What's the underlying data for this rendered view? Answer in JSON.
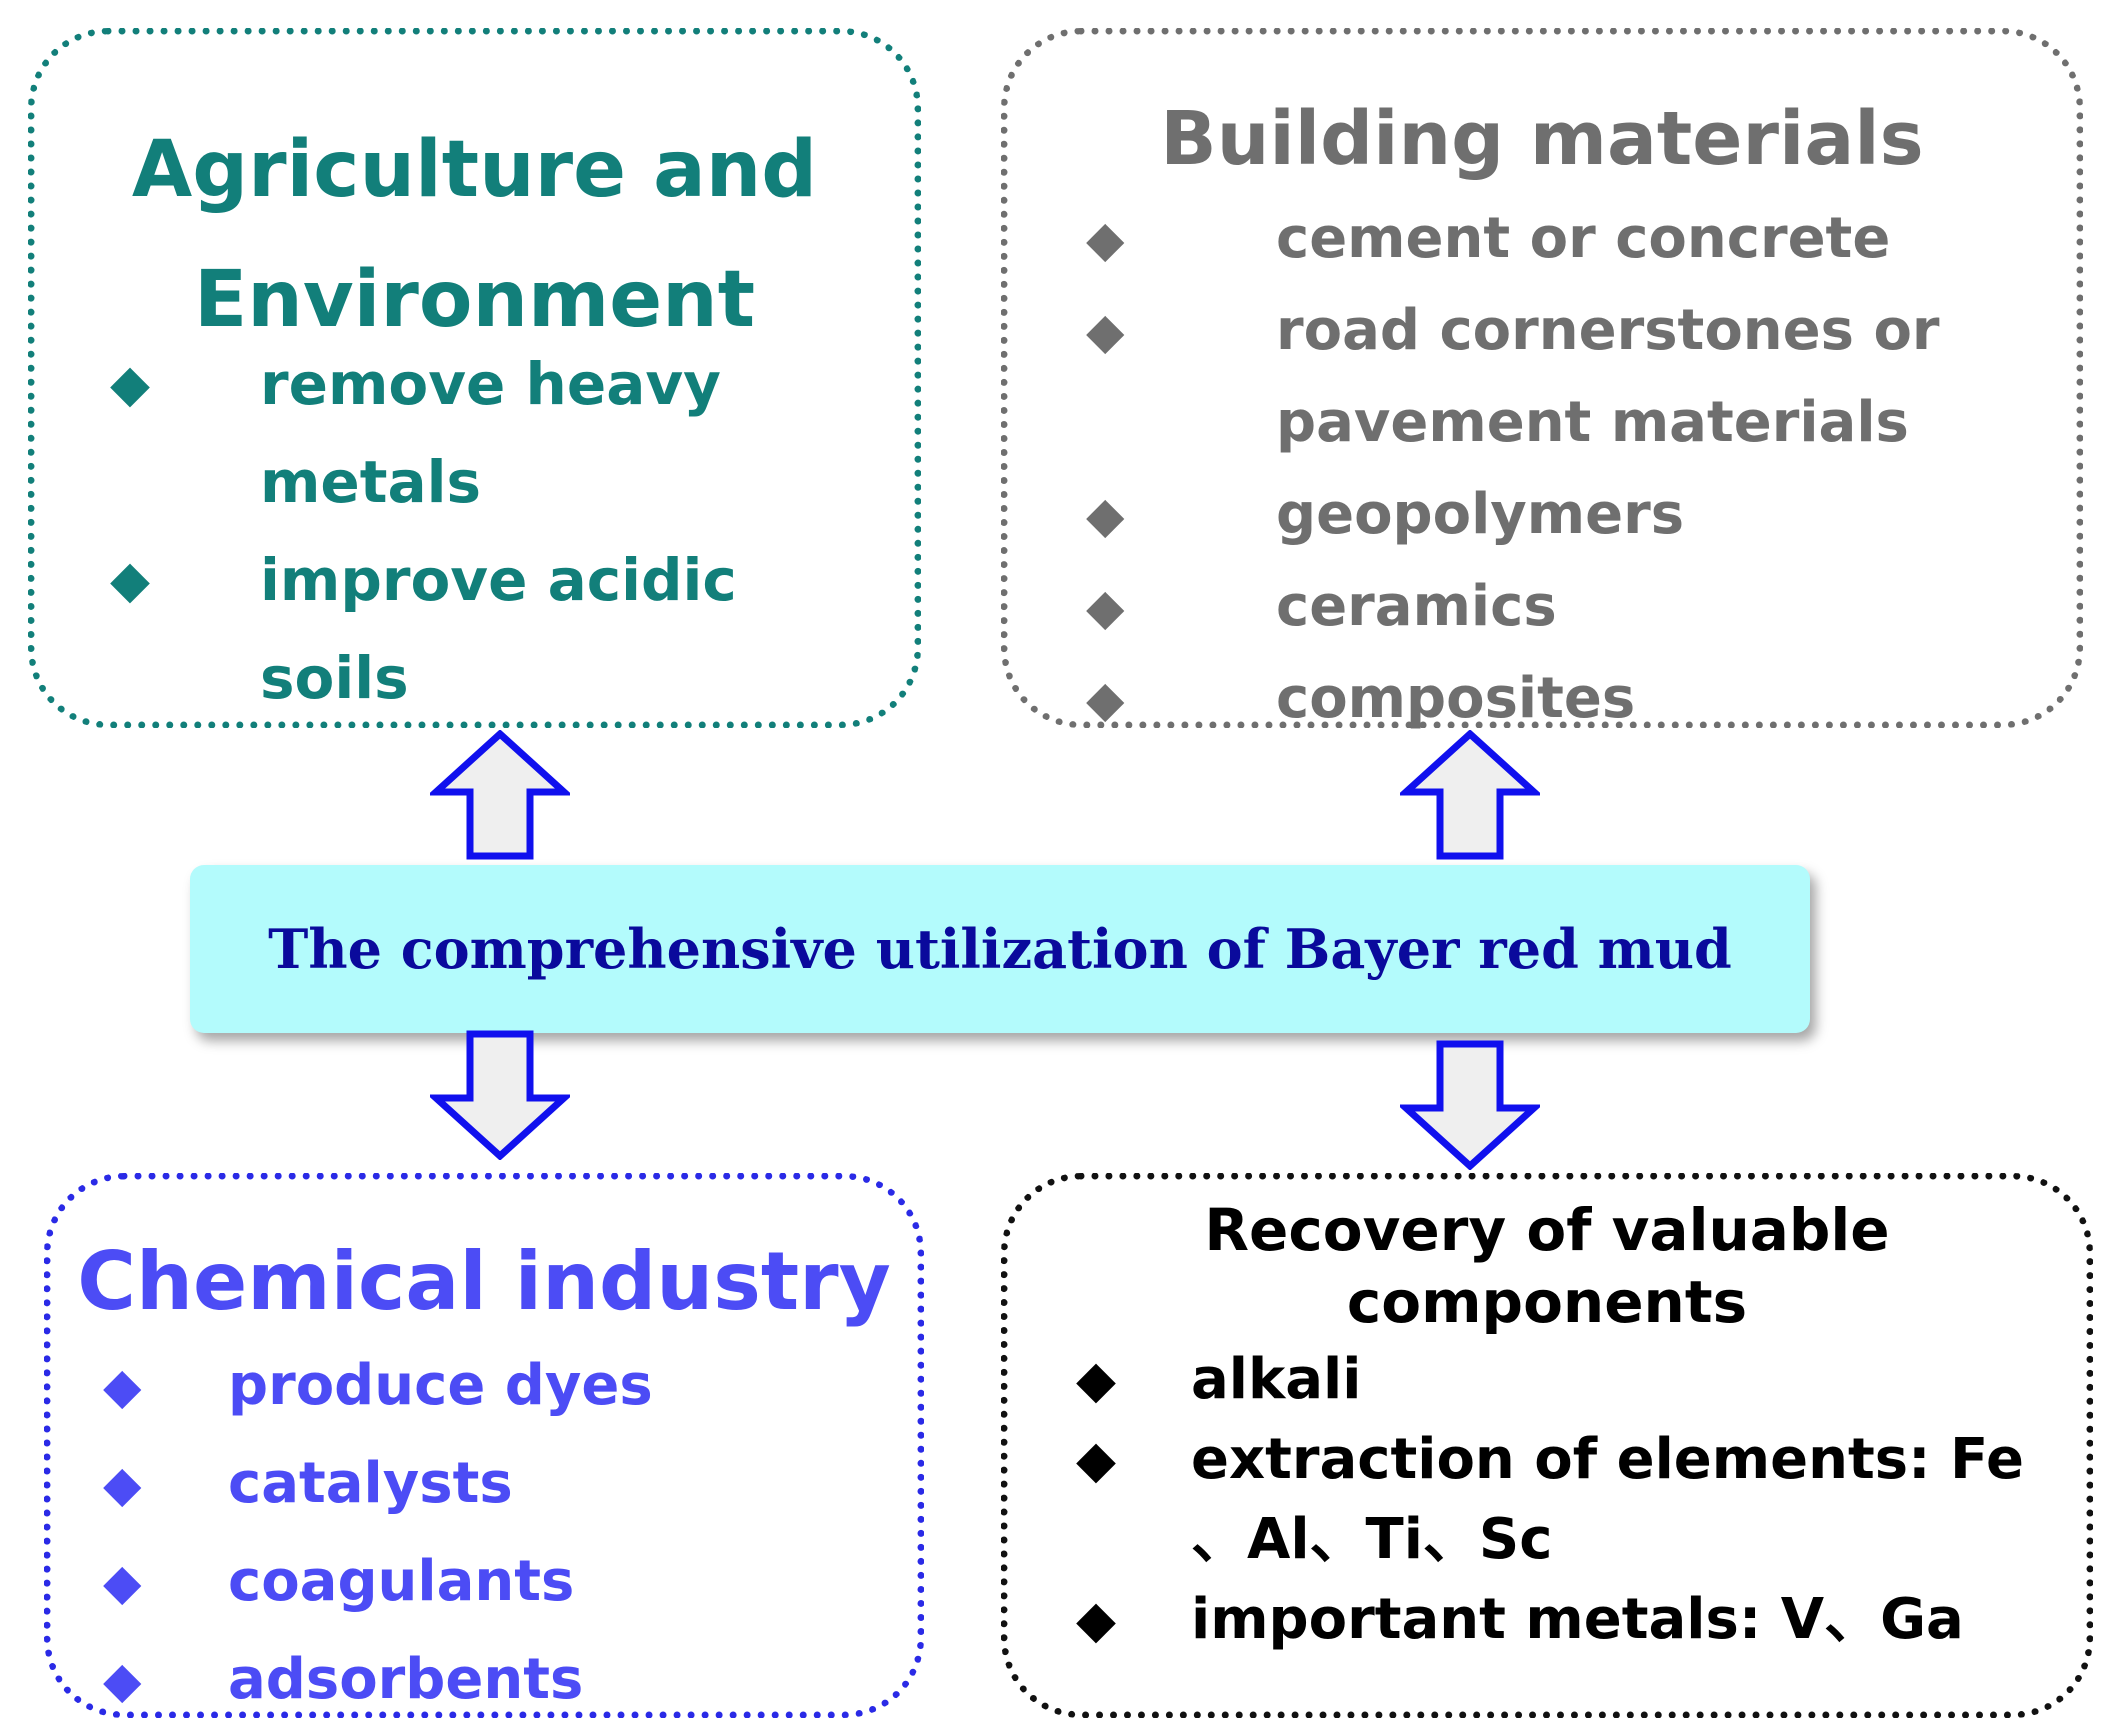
{
  "center": {
    "title": "The comprehensive utilization of Bayer red mud"
  },
  "panels": {
    "agriculture": {
      "title_line1": "Agriculture and",
      "title_line2": "Environment",
      "items": [
        {
          "line1": "remove heavy",
          "line2": "metals"
        },
        {
          "line1": "improve acidic",
          "line2": "soils"
        }
      ]
    },
    "building": {
      "title": "Building materials",
      "items": [
        {
          "line1": "cement or concrete"
        },
        {
          "line1": "road cornerstones or",
          "line2": "pavement materials"
        },
        {
          "line1": "geopolymers"
        },
        {
          "line1": "ceramics"
        },
        {
          "line1": "composites"
        }
      ]
    },
    "chemical": {
      "title": "Chemical industry",
      "items": [
        {
          "line1": "produce dyes"
        },
        {
          "line1": "catalysts"
        },
        {
          "line1": "coagulants"
        },
        {
          "line1": "adsorbents"
        }
      ]
    },
    "recovery": {
      "title_line1": "Recovery of valuable",
      "title_line2": "components",
      "items": [
        {
          "line1": "alkali"
        },
        {
          "line1": "extraction of elements: Fe",
          "line2": "、Al、Ti、Sc"
        },
        {
          "line1": "important metals: V、Ga"
        }
      ]
    }
  },
  "colors": {
    "agriculture": "#127f7a",
    "building": "#6f6f6f",
    "chemical": "#4c4cf5",
    "recovery": "#000000",
    "center_fill": "#b3fbfc",
    "center_text": "#0a0a9c",
    "arrow_stroke": "#1010ee",
    "arrow_fill": "#efefef"
  },
  "icons": {
    "bullet": "diamond-icon",
    "arrow_up": "arrow-up-icon",
    "arrow_down": "arrow-down-icon"
  }
}
